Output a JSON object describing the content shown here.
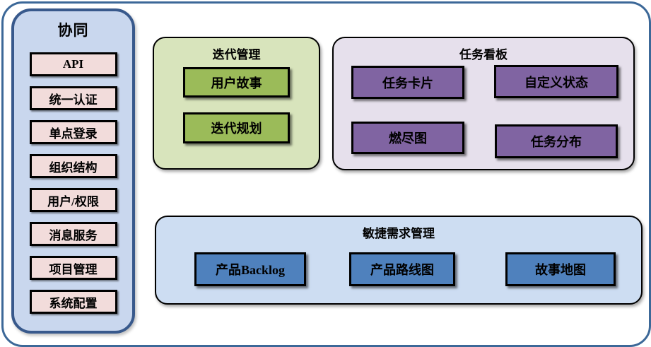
{
  "sidebar": {
    "title": "协同",
    "items": [
      "API",
      "统一认证",
      "单点登录",
      "组织结构",
      "用户/权限",
      "消息服务",
      "项目管理",
      "系统配置"
    ]
  },
  "iteration": {
    "title": "迭代管理",
    "items": [
      "用户故事",
      "迭代规划"
    ]
  },
  "taskboard": {
    "title": "任务看板",
    "items": [
      "任务卡片",
      "自定义状态",
      "燃尽图",
      "任务分布"
    ]
  },
  "requirements": {
    "title": "敏捷需求管理",
    "items": [
      "产品Backlog",
      "产品路线图",
      "故事地图"
    ]
  },
  "palette": {
    "outer_border": "#3c6898",
    "sidebar_fill": "#c9d7ee",
    "sidebar_border": "#38598c",
    "pink_fill": "#f2dcdb",
    "green_container_fill": "#d8e4bc",
    "green_node_fill": "#9bbb59",
    "purple_container_fill": "#e6e0ec",
    "purple_node_fill": "#8064a2",
    "blue_container_fill": "#cdddf2",
    "blue_node_fill": "#4f81bd",
    "node_border": "#000000",
    "text_color": "#000000"
  }
}
